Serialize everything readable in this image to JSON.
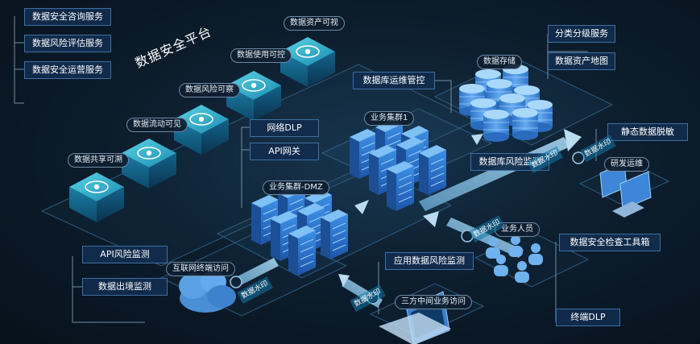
{
  "platform": {
    "title": "数据安全平台"
  },
  "services_left": [
    "数据安全咨询服务",
    "数据风险评估服务",
    "数据安全运营服务"
  ],
  "platform_modules": [
    "数据共享可溯",
    "数据流动可见",
    "数据风险可察",
    "数据使用可控",
    "数据资产可视"
  ],
  "gateway_boxes": [
    "网络DLP",
    "API网关"
  ],
  "left_bottom_boxes": [
    "API风险监测",
    "数据出境监测"
  ],
  "clusters": {
    "dmz": "业务集群-DMZ",
    "cluster1": "业务集群1"
  },
  "db_storage": "数据存储",
  "db_ops": "数据库运维管控",
  "db_risk": "数据库风险监测",
  "right_services": [
    "分类分级服务",
    "数据资产地图"
  ],
  "static_mask": "静态数据脱敏",
  "rd_ops": "研发运维",
  "check_toolbox": "数据安全检查工具箱",
  "business_staff": "业务人员",
  "app_risk": "应用数据风险监测",
  "third_party": "三方中间业务访问",
  "internet_access": "互联网终端访问",
  "endpoint_dlp": "终端DLP",
  "vertical_label": "数据水印",
  "colors": {
    "background": "#0d1e2e",
    "box_fill": "#122d4e",
    "box_border": "#3d6fa3",
    "server": "#2f7fd6",
    "cube": "#1aa9c9",
    "flow": "#7fb6d6"
  }
}
